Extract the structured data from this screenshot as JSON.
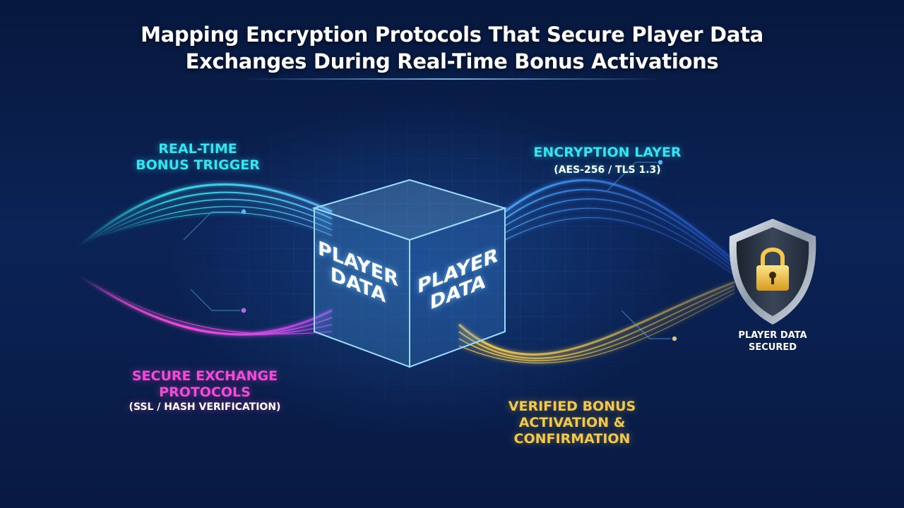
{
  "title": {
    "line1": "Mapping Encryption Protocols That Secure Player Data",
    "line2": "Exchanges During Real-Time Bonus Activations"
  },
  "labels": {
    "trigger": {
      "line1": "REAL-TIME",
      "line2": "BONUS TRIGGER"
    },
    "encryption": {
      "line1": "ENCRYPTION LAYER",
      "sub": "(AES-256 / TLS 1.3)"
    },
    "secure_exchange": {
      "line1": "SECURE EXCHANGE",
      "line2": "PROTOCOLS",
      "sub": "(SSL / HASH VERIFICATION)"
    },
    "verified": {
      "line1": "VERIFIED BONUS",
      "line2": "ACTIVATION &",
      "line3": "CONFIRMATION"
    },
    "secured": {
      "line1": "PLAYER DATA",
      "line2": "SECURED"
    }
  },
  "cube": {
    "left_face": {
      "line1": "PLAYER",
      "line2": "DATA"
    },
    "right_face": {
      "line1": "PLAYER",
      "line2": "DATA"
    }
  },
  "colors": {
    "cyan": "#34e4f0",
    "magenta": "#f24bd8",
    "gold": "#f4c94a",
    "blue": "#3a8cff",
    "background": "#0b2356"
  },
  "icons": {
    "shield": "shield-icon",
    "lock": "padlock-icon"
  }
}
